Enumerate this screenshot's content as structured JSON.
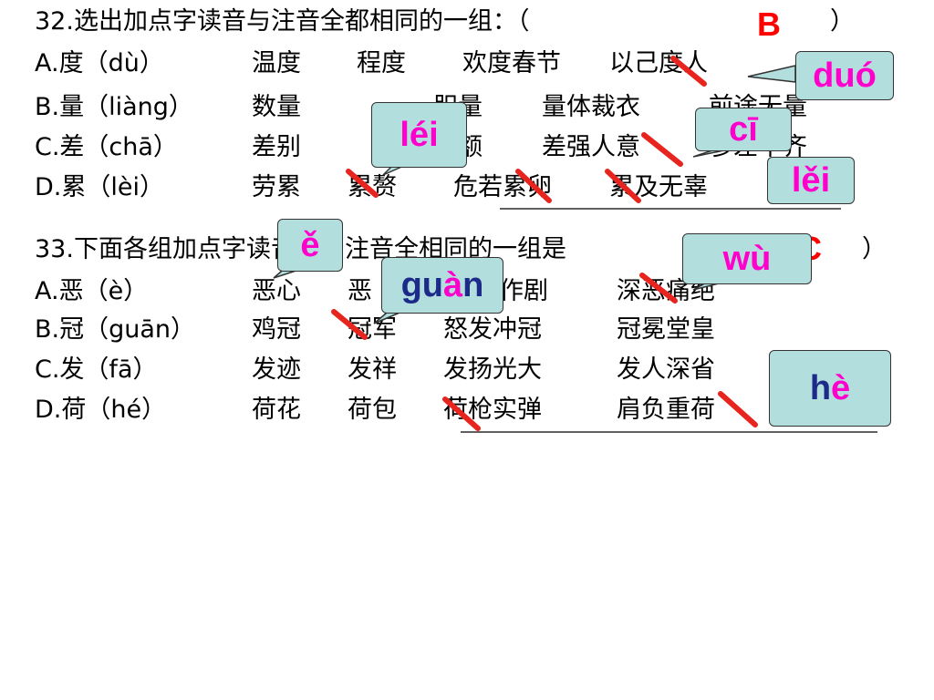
{
  "q32": {
    "title": "32.选出加点字读音与注音全都相同的一组：（",
    "close_paren": "）",
    "answer": "B",
    "options": [
      {
        "label": "A.度（dù）",
        "words": [
          "温度",
          "程度",
          "欢度春节",
          "以己度人"
        ]
      },
      {
        "label": "B.量（liàng）",
        "words": [
          "数量",
          "胆量",
          "量体裁衣",
          "前途无量"
        ]
      },
      {
        "label": "C.差（chā）",
        "words": [
          "差别",
          "差额",
          "差强人意",
          "参差不齐"
        ]
      },
      {
        "label": "D.累（lèi）",
        "words": [
          "劳累",
          "累赘",
          "危若累卵",
          "累及无辜"
        ]
      }
    ]
  },
  "q33": {
    "title": "33.下面各组加点字读音，与注音全相同的一组是",
    "close_paren": "）",
    "answer": "C",
    "options": [
      {
        "label": "A.恶（è）",
        "words": [
          "恶心",
          "恶",
          "恶作剧",
          "深恶痛绝"
        ]
      },
      {
        "label": "B.冠（guān）",
        "words": [
          "鸡冠",
          "冠军",
          "怒发冲冠",
          "冠冕堂皇"
        ]
      },
      {
        "label": "C.发（fā）",
        "words": [
          "发迹",
          "发祥",
          "发扬光大",
          "发人深省"
        ]
      },
      {
        "label": "D.荷（hé）",
        "words": [
          "荷花",
          "荷包",
          "荷枪实弹",
          "肩负重荷"
        ]
      }
    ]
  },
  "callouts": {
    "duo": "duó",
    "lei_rise": "léi",
    "ci": "cī",
    "lei_dip": "lěi",
    "e_dip": "ě",
    "guan_gu": "gu",
    "guan_a": "à",
    "guan_n": "n",
    "wu": "wù",
    "he_h": "h",
    "he_e": "è"
  },
  "colors": {
    "answer": "#ff0000",
    "callout_bg": "#b3dede",
    "callout_text": "#ff00cc",
    "callout_dark": "#1c2a8a"
  }
}
